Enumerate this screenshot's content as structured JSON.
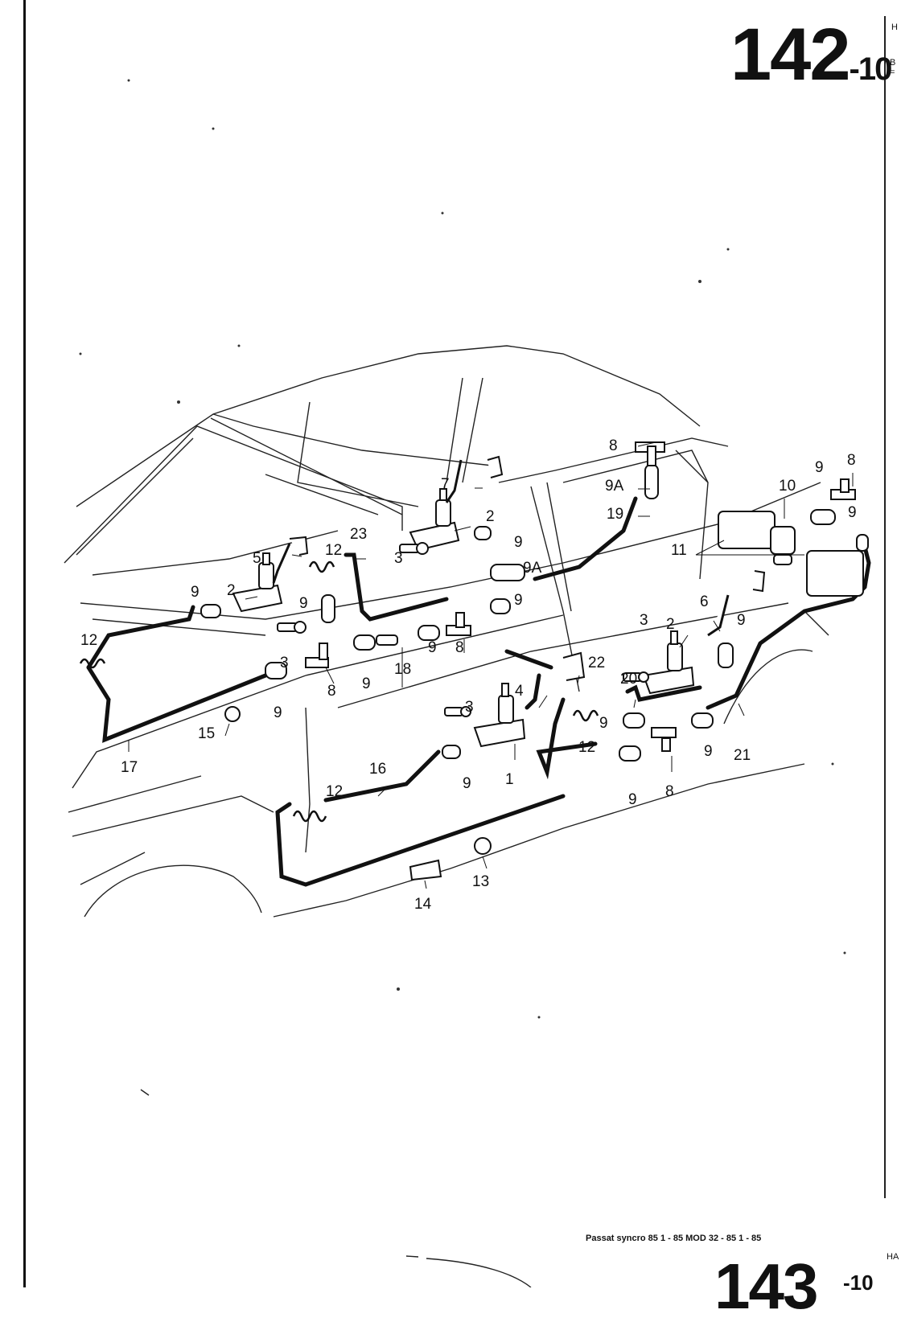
{
  "header": {
    "page_number": "142",
    "page_suffix": "-10",
    "corner_top": "H",
    "corner_side": "B\n="
  },
  "footer": {
    "model_line": "Passat syncro 85  1 - 85      MOD 32 - 85   1 - 85",
    "next_page_number": "143",
    "next_page_suffix": "-10",
    "corner": "HA"
  },
  "callouts": [
    {
      "id": "c1",
      "label": "1"
    },
    {
      "id": "c2a",
      "label": "2"
    },
    {
      "id": "c2b",
      "label": "2"
    },
    {
      "id": "c2c",
      "label": "2"
    },
    {
      "id": "c3a",
      "label": "3"
    },
    {
      "id": "c3b",
      "label": "3"
    },
    {
      "id": "c3c",
      "label": "3"
    },
    {
      "id": "c3d",
      "label": "3"
    },
    {
      "id": "c4",
      "label": "4"
    },
    {
      "id": "c5",
      "label": "5"
    },
    {
      "id": "c6",
      "label": "6"
    },
    {
      "id": "c7",
      "label": "7"
    },
    {
      "id": "c8a",
      "label": "8"
    },
    {
      "id": "c8b",
      "label": "8"
    },
    {
      "id": "c8c",
      "label": "8"
    },
    {
      "id": "c8d",
      "label": "8"
    },
    {
      "id": "c8e",
      "label": "8"
    },
    {
      "id": "c9a",
      "label": "9"
    },
    {
      "id": "c9b",
      "label": "9"
    },
    {
      "id": "c9c",
      "label": "9"
    },
    {
      "id": "c9d",
      "label": "9"
    },
    {
      "id": "c9e",
      "label": "9"
    },
    {
      "id": "c9f",
      "label": "9"
    },
    {
      "id": "c9g",
      "label": "9"
    },
    {
      "id": "c9h",
      "label": "9"
    },
    {
      "id": "c9i",
      "label": "9"
    },
    {
      "id": "c9j",
      "label": "9"
    },
    {
      "id": "c9k",
      "label": "9"
    },
    {
      "id": "c9l",
      "label": "9"
    },
    {
      "id": "c9m",
      "label": "9"
    },
    {
      "id": "c9n",
      "label": "9"
    },
    {
      "id": "c9A1",
      "label": "9A"
    },
    {
      "id": "c9A2",
      "label": "9A"
    },
    {
      "id": "c10",
      "label": "10"
    },
    {
      "id": "c11",
      "label": "11"
    },
    {
      "id": "c12a",
      "label": "12"
    },
    {
      "id": "c12b",
      "label": "12"
    },
    {
      "id": "c12c",
      "label": "12"
    },
    {
      "id": "c12d",
      "label": "12"
    },
    {
      "id": "c13",
      "label": "13"
    },
    {
      "id": "c14",
      "label": "14"
    },
    {
      "id": "c15",
      "label": "15"
    },
    {
      "id": "c16",
      "label": "16"
    },
    {
      "id": "c17",
      "label": "17"
    },
    {
      "id": "c18",
      "label": "18"
    },
    {
      "id": "c19",
      "label": "19"
    },
    {
      "id": "c20",
      "label": "20"
    },
    {
      "id": "c21",
      "label": "21"
    },
    {
      "id": "c22",
      "label": "22"
    },
    {
      "id": "c23",
      "label": "23"
    }
  ]
}
